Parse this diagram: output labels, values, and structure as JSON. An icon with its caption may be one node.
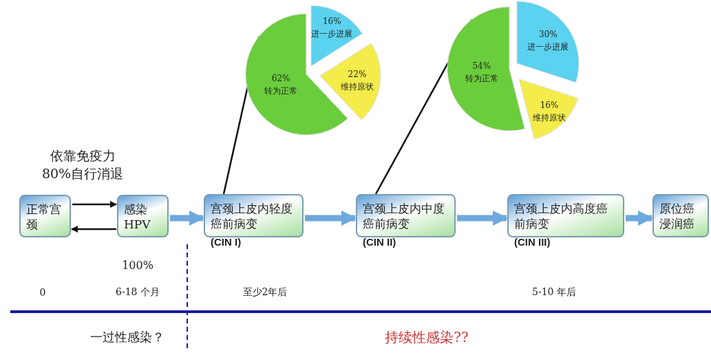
{
  "diagram": {
    "nodes": [
      {
        "text": [
          "正常宫颈"
        ]
      },
      {
        "text": [
          "感染HPV"
        ]
      },
      {
        "text": [
          "宫颈上皮内轻度癌前病变"
        ],
        "beside": [
          "(CIN I)"
        ]
      },
      {
        "text": [
          "宫颈上皮内中度癌前病变"
        ],
        "beside": [
          "(CIN II)"
        ]
      },
      {
        "text": [
          "宫颈上皮内高度癌前病变"
        ],
        "beside": [
          "(CIN III)"
        ]
      },
      {
        "text": [
          "原位癌浸润癌"
        ]
      },
      {
        "text": [
          "62%",
          "转为正常"
        ]
      },
      {
        "text": [
          "16%",
          "进一步进展"
        ]
      },
      {
        "text": [
          "22%",
          "维持原状"
        ]
      },
      {
        "text": [
          "54%",
          "转为正常"
        ]
      },
      {
        "text": [
          "30%",
          "进一步进展"
        ]
      },
      {
        "text": [
          "16%",
          "维持原状"
        ]
      }
    ],
    "edges": [
      {
        "from": 0,
        "to": 1,
        "arrow": "to"
      },
      {
        "from": 1,
        "to": 0,
        "arrow": "to"
      },
      {
        "from": 1,
        "to": 2,
        "arrow": "to",
        "style": "thick",
        "color": "#6fa8dc"
      },
      {
        "from": 2,
        "to": 3,
        "arrow": "to",
        "style": "thick",
        "color": "#6fa8dc"
      },
      {
        "from": 3,
        "to": 4,
        "arrow": "to",
        "style": "thick",
        "color": "#6fa8dc"
      },
      {
        "from": 4,
        "to": 5,
        "arrow": "to",
        "style": "thick",
        "color": "#6fa8dc"
      },
      {
        "from": 6,
        "to": 2,
        "arrow": "none"
      },
      {
        "from": 9,
        "to": 3,
        "arrow": "none"
      }
    ],
    "labels": [
      "依靠免疫力 80%自行消退",
      "100%",
      "0",
      "6-18 个月",
      "至少2年后",
      "5-10 年后",
      "一过性感染？",
      "持续性感染??"
    ]
  }
}
